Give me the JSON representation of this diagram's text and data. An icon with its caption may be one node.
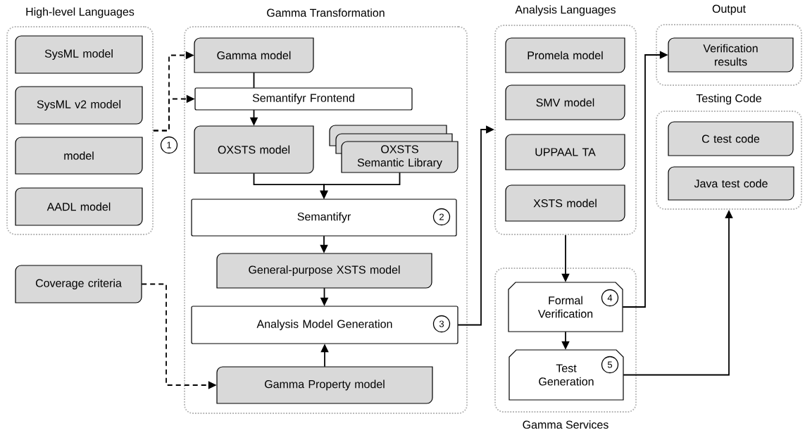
{
  "diagram": {
    "nodes": [
      {
        "text": [
          "High-level Languages"
        ]
      },
      {
        "text": [
          "SysML model"
        ],
        "in": 0
      },
      {
        "text": [
          "SysML v2 model"
        ],
        "in": 0
      },
      {
        "text": [
          "model"
        ],
        "in": 0
      },
      {
        "text": [
          "AADL model"
        ],
        "in": 0
      },
      {
        "text": [
          "Gamma Transformation"
        ]
      },
      {
        "text": [
          "Gamma model"
        ],
        "in": 5
      },
      {
        "text": [
          "Semantifyr Frontend"
        ],
        "in": 5
      },
      {
        "text": [
          "OXSTS model"
        ],
        "in": 5
      },
      {
        "text": [
          "OXSTS Semantic Library"
        ],
        "in": 5
      },
      {
        "text": [
          "Semantifyr"
        ],
        "in": 5
      },
      {
        "text": [
          "General-purpose XSTS model"
        ],
        "in": 5
      },
      {
        "text": [
          "Analysis Model Generation"
        ],
        "in": 5
      },
      {
        "text": [
          "Gamma Property model"
        ],
        "in": 5
      },
      {
        "text": [
          "Coverage criteria"
        ]
      },
      {
        "text": [
          "Analysis Languages"
        ]
      },
      {
        "text": [
          "Promela model"
        ],
        "in": 15
      },
      {
        "text": [
          "SMV model"
        ],
        "in": 15
      },
      {
        "text": [
          "UPPAAL TA"
        ],
        "in": 15
      },
      {
        "text": [
          "XSTS model"
        ],
        "in": 15
      },
      {
        "text": [
          "Gamma Services"
        ]
      },
      {
        "text": [
          "Formal Verification"
        ],
        "in": 20
      },
      {
        "text": [
          "Test Generation"
        ],
        "in": 20
      },
      {
        "text": [
          "Output"
        ]
      },
      {
        "text": [
          "Verification results"
        ],
        "in": 23
      },
      {
        "text": [
          "Testing Code"
        ]
      },
      {
        "text": [
          "C test code"
        ],
        "in": 25
      },
      {
        "text": [
          "Java test code"
        ],
        "in": 25
      }
    ],
    "edges": [
      {
        "from": 0,
        "to": 6,
        "arrow": "to",
        "style": "dashed"
      },
      {
        "from": 0,
        "to": 7,
        "arrow": "to",
        "style": "dashed"
      },
      {
        "from": 6,
        "to": 7,
        "arrow": "none"
      },
      {
        "from": 7,
        "to": 8,
        "arrow": "to"
      },
      {
        "from": 8,
        "to": 10,
        "arrow": "to"
      },
      {
        "from": 9,
        "to": 10,
        "arrow": "to"
      },
      {
        "from": 10,
        "to": 11,
        "arrow": "to"
      },
      {
        "from": 11,
        "to": 12,
        "arrow": "to"
      },
      {
        "from": 13,
        "to": 12,
        "arrow": "to"
      },
      {
        "from": 14,
        "to": 13,
        "arrow": "to",
        "style": "dashed"
      },
      {
        "from": 12,
        "to": 15,
        "arrow": "to"
      },
      {
        "from": 15,
        "to": 21,
        "arrow": "to"
      },
      {
        "from": 21,
        "to": 22,
        "arrow": "to"
      },
      {
        "from": 21,
        "to": 24,
        "arrow": "to"
      },
      {
        "from": 22,
        "to": 25,
        "arrow": "to"
      }
    ],
    "labels": [
      "1",
      "2",
      "3",
      "4",
      "5"
    ]
  }
}
